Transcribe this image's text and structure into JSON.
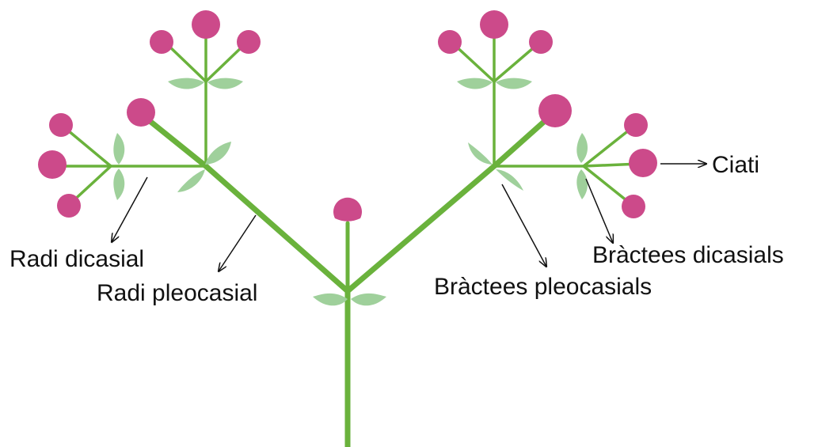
{
  "labels": {
    "ciati": "Ciati",
    "bractees_dicasials": "Bràctees dicasials",
    "bractees_pleocasials": "Bràctees pleocasials",
    "radi_dicasial": "Radi dicasial",
    "radi_pleocasial": "Radi pleocasial"
  },
  "colors": {
    "stem": "#6ab23c",
    "bract": "#9fd09b",
    "cyathium": "#cc4a8a",
    "arrow": "#111111",
    "text": "#111111"
  }
}
